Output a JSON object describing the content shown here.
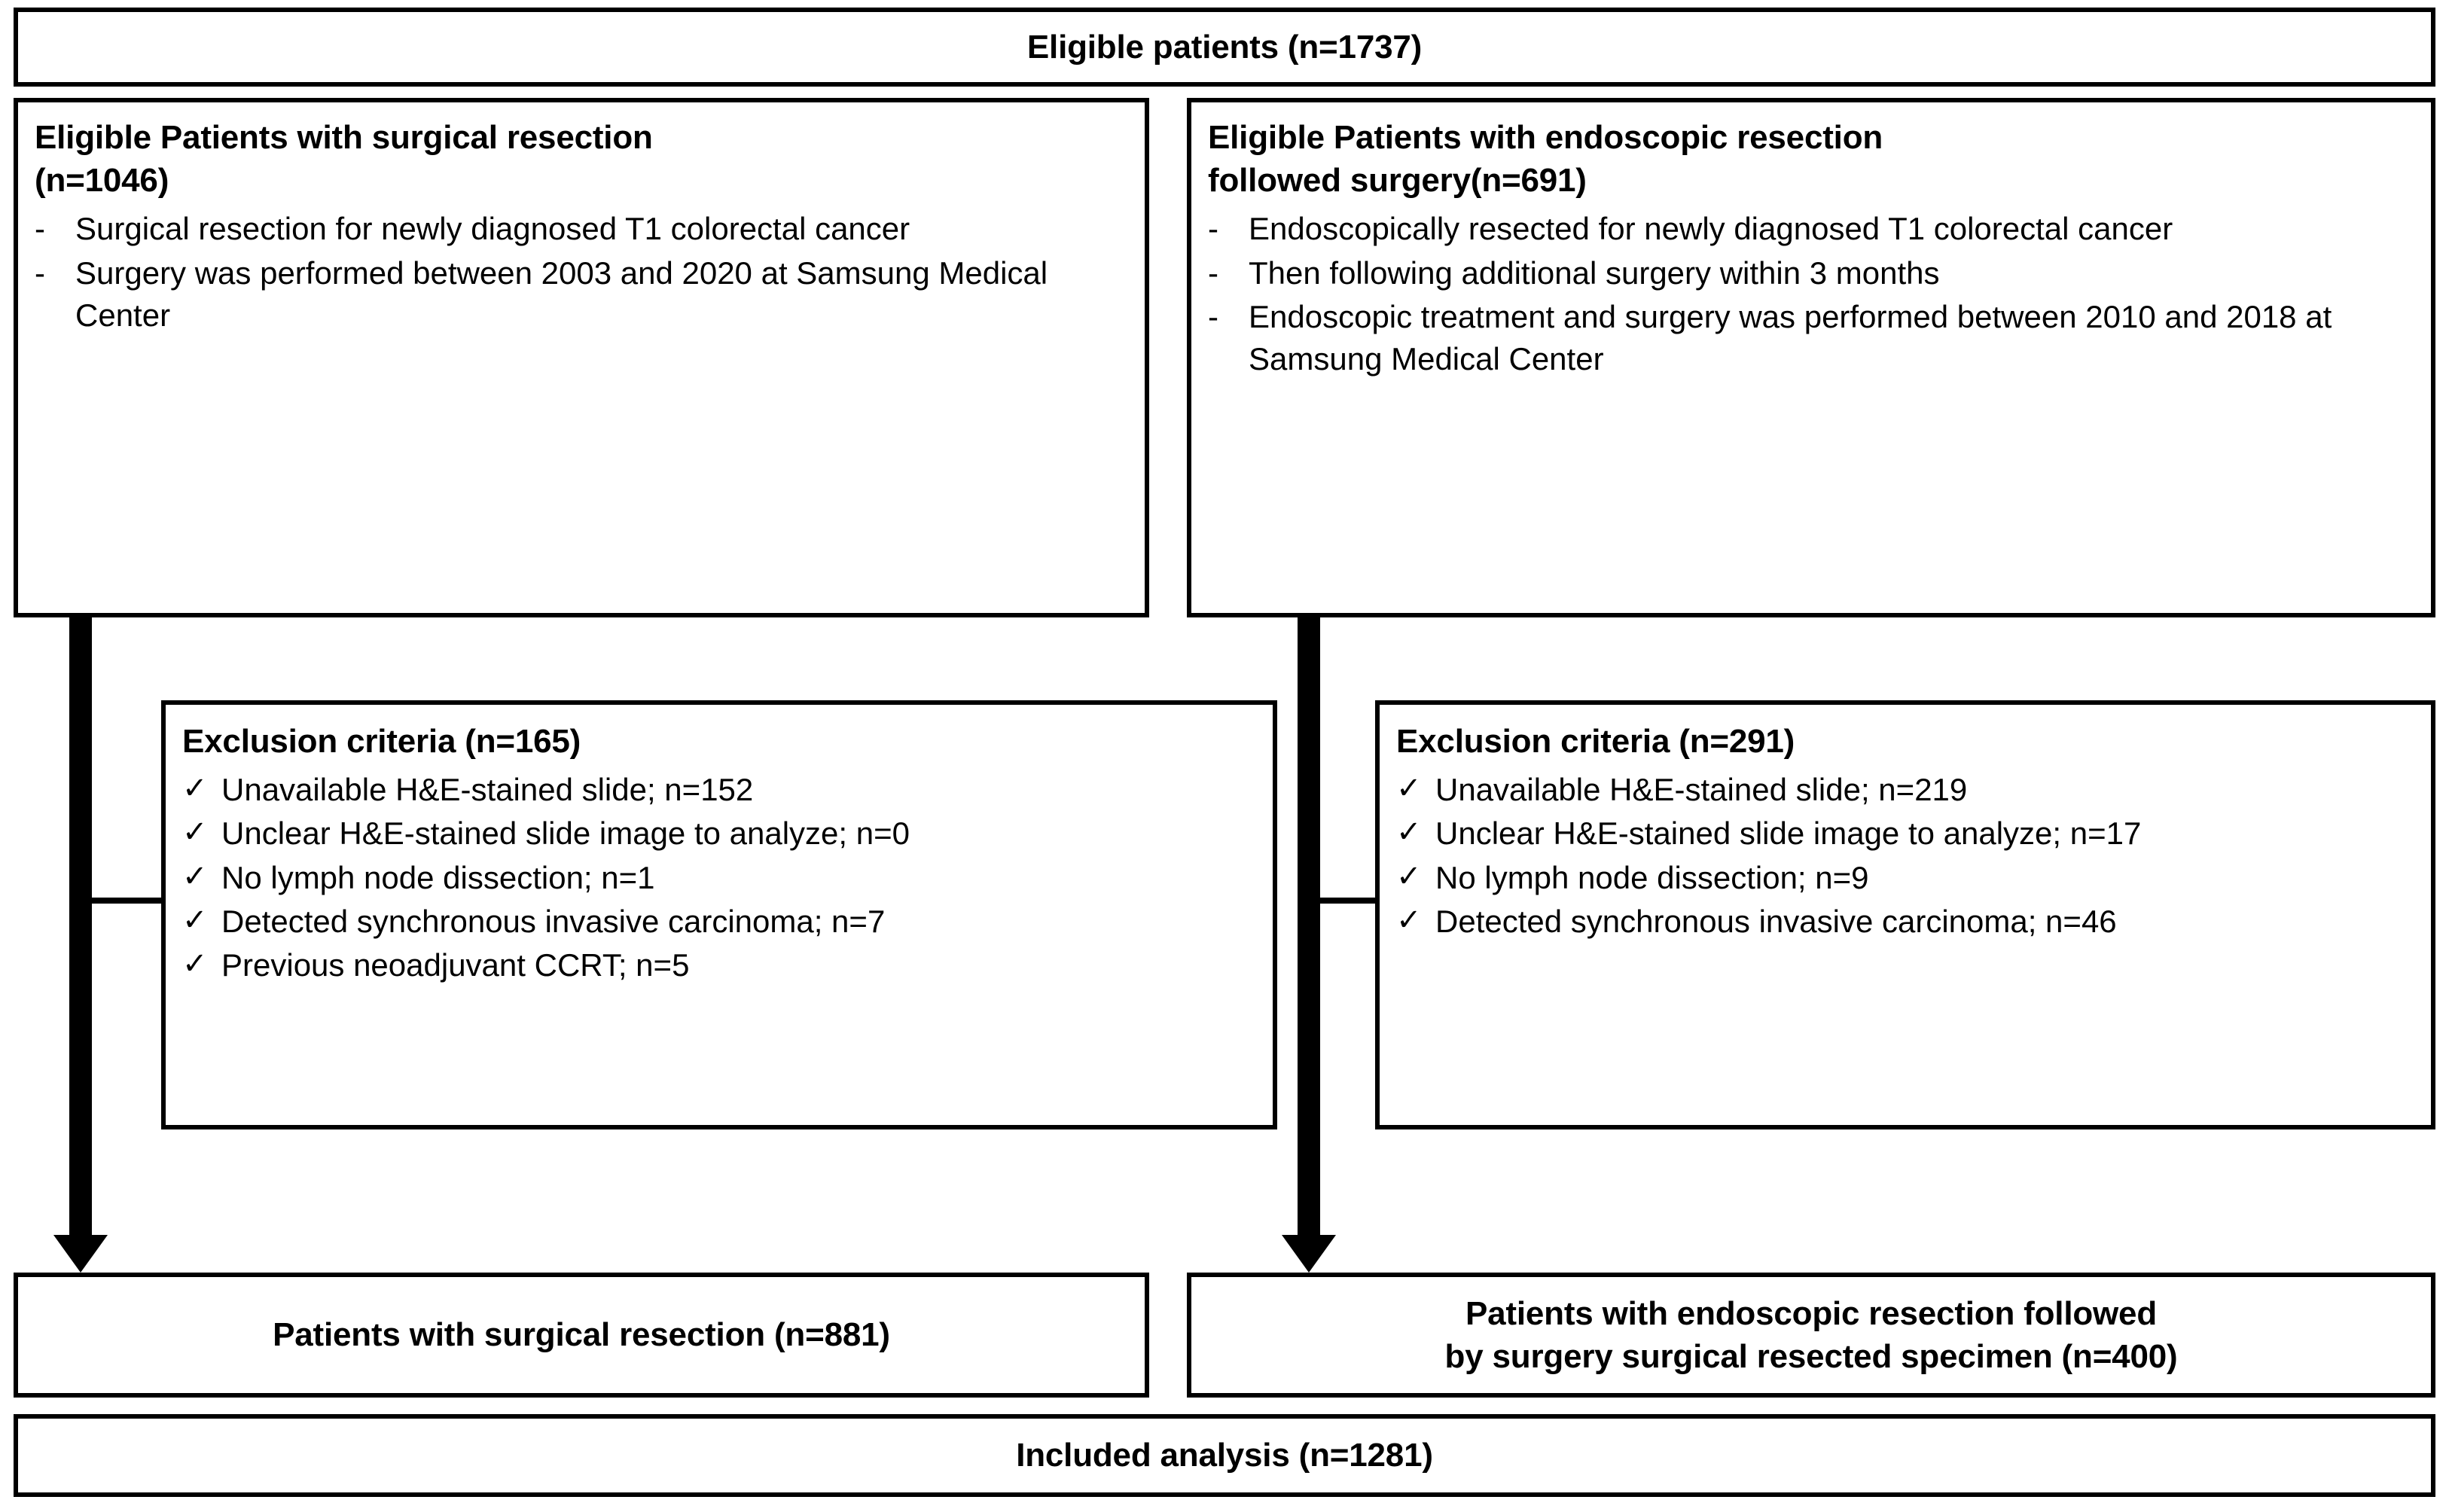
{
  "figure": {
    "type": "patient-selection-flowchart",
    "top_banner": {
      "label": "Eligible patients (n=1737)"
    },
    "arms": [
      {
        "id": "surgical",
        "title_line1": "Eligible Patients with surgical resection",
        "title_line2": "(n=1046)",
        "bullet_mark": "-",
        "bullets": [
          "Surgical resection for newly diagnosed T1 colorectal cancer",
          "Surgery was performed between 2003 and 2020 at Samsung Medical Center"
        ],
        "exclusion": {
          "title": "Exclusion criteria (n=165)",
          "bullet_mark": "✓",
          "items": [
            "Unavailable H&E-stained slide; n=152",
            "Unclear H&E-stained slide image to analyze; n=0",
            "No lymph node dissection; n=1",
            "Detected synchronous invasive  carcinoma; n=7",
            "Previous neoadjuvant CCRT; n=5"
          ]
        },
        "outcome": "Patients with surgical resection (n=881)"
      },
      {
        "id": "endoscopic",
        "title_line1": "Eligible Patients with endoscopic resection",
        "title_line2": "followed surgery(n=691)",
        "bullet_mark": "-",
        "bullets": [
          "Endoscopically resected for newly diagnosed T1 colorectal cancer",
          "Then following additional surgery within 3 months",
          "Endoscopic treatment and surgery was performed between 2010 and 2018 at Samsung Medical Center"
        ],
        "exclusion": {
          "title": "Exclusion criteria (n=291)",
          "bullet_mark": "✓",
          "items": [
            "Unavailable H&E-stained slide; n=219",
            "Unclear H&E-stained slide image to analyze; n=17",
            "No lymph node dissection; n=9",
            "Detected synchronous invasive  carcinoma; n=46"
          ]
        },
        "outcome_line1": "Patients with endoscopic resection followed",
        "outcome_line2": "by surgery surgical resected specimen (n=400)"
      }
    ],
    "bottom_banner": {
      "label": "Included analysis (n=1281)"
    },
    "colors": {
      "stroke": "#000000",
      "background": "#ffffff",
      "text": "#000000"
    }
  }
}
